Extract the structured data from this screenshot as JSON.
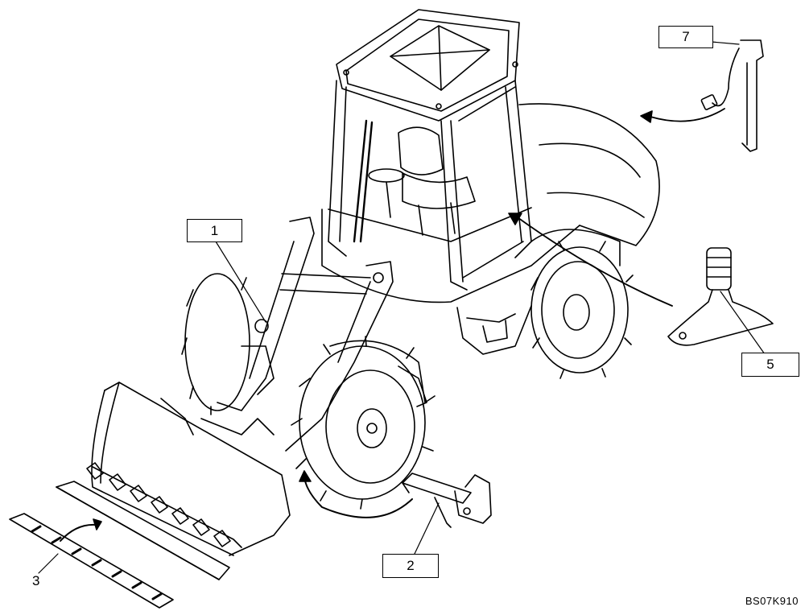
{
  "callouts": [
    {
      "id": "c1",
      "number": "1"
    },
    {
      "id": "c2",
      "number": "2"
    },
    {
      "id": "c3",
      "number": "3"
    },
    {
      "id": "c5",
      "number": "5"
    },
    {
      "id": "c7",
      "number": "7"
    }
  ],
  "drawing_code": "BS07K910",
  "colors": {
    "line": "#000000",
    "background": "#ffffff"
  }
}
